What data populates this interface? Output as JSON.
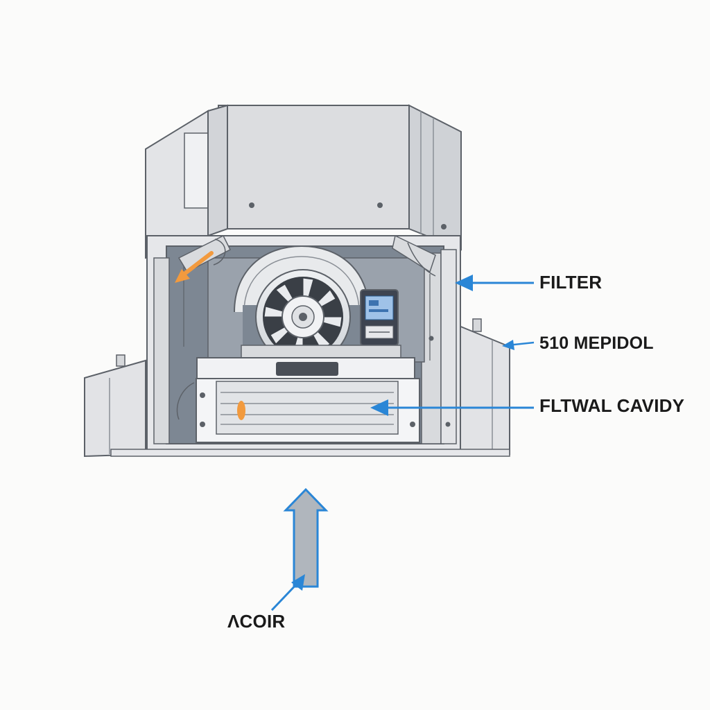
{
  "labels": {
    "filter": "FILTER",
    "model": "510 MEPIDOL",
    "cavity": "FLTWAL CAVIDY",
    "inlet": "ΛCOIR"
  },
  "colors": {
    "casing": "#dcdde0",
    "casing_dark": "#c4c7cc",
    "interior": "#7d8793",
    "outline": "#5c6168",
    "pointer": "#2a86d6",
    "accent": "#f29a3e"
  },
  "icons": {
    "fan": "blower-fan",
    "display": "control-display",
    "airflow": "up-arrow"
  }
}
